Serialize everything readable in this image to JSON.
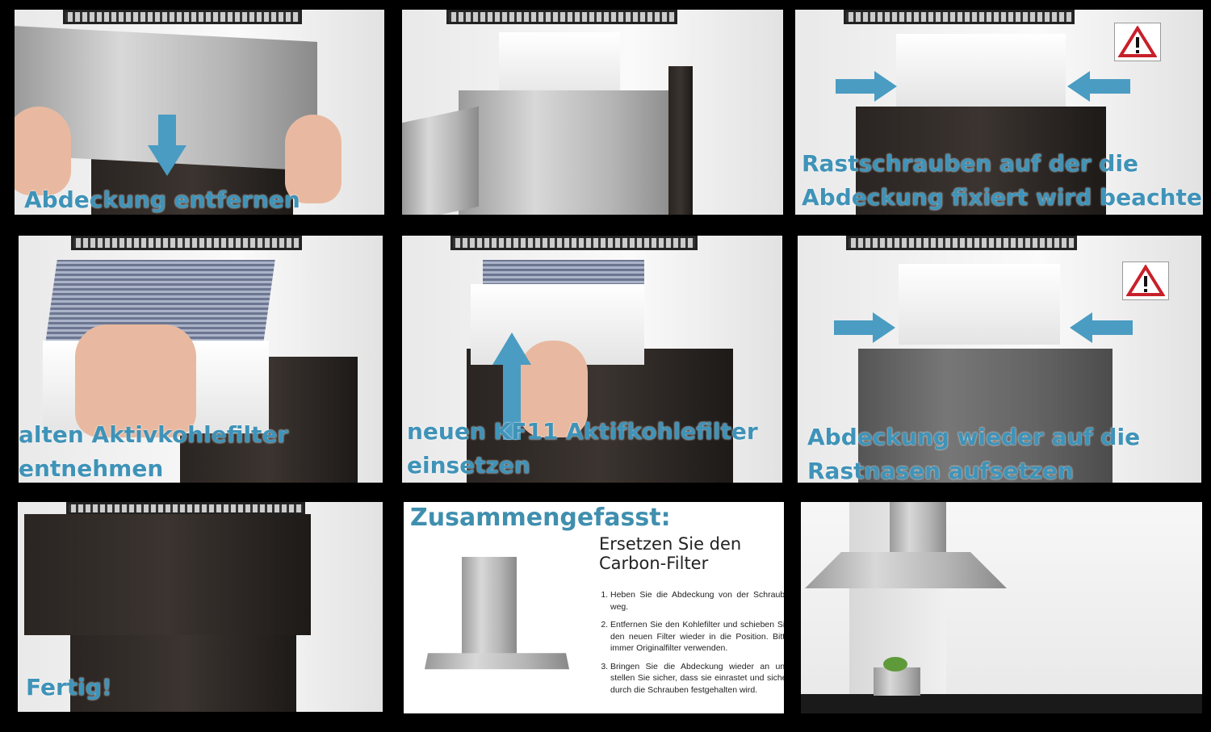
{
  "panels": [
    {
      "caption": [
        "Abdeckung entfernen"
      ]
    },
    {
      "caption": []
    },
    {
      "caption": [
        "Rastschrauben auf der die",
        "Abdeckung fixiert wird beachten"
      ],
      "icon": "warning-icon"
    },
    {
      "caption": [
        "alten Aktivkohlefilter",
        "entnehmen"
      ]
    },
    {
      "caption": [
        "neuen KF11 Aktifkohlefilter",
        "einsetzen"
      ]
    },
    {
      "caption": [
        "Abdeckung wieder auf die",
        "Rastnasen aufsetzen"
      ],
      "icon": "warning-icon"
    },
    {
      "caption": [
        "Fertig!"
      ]
    }
  ],
  "summary": {
    "title": "Zusammengefasst:",
    "heading": [
      "Ersetzen Sie den",
      "Carbon-Filter"
    ],
    "steps": [
      "Heben Sie die Abdeckung von der Schraube weg.",
      "Entfernen Sie den Kohlefilter und schieben Sie den neuen Filter wieder in die Position. Bitte immer Originalfilter verwenden.",
      "Bringen Sie die Abdeckung wieder an und stellen Sie sicher, dass sie einrastet und sicher durch die Schrauben festgehalten wird."
    ]
  },
  "colors": {
    "caption": "#3f93b8",
    "arrow": "#4a9cc2",
    "warning": "#c8202a"
  }
}
